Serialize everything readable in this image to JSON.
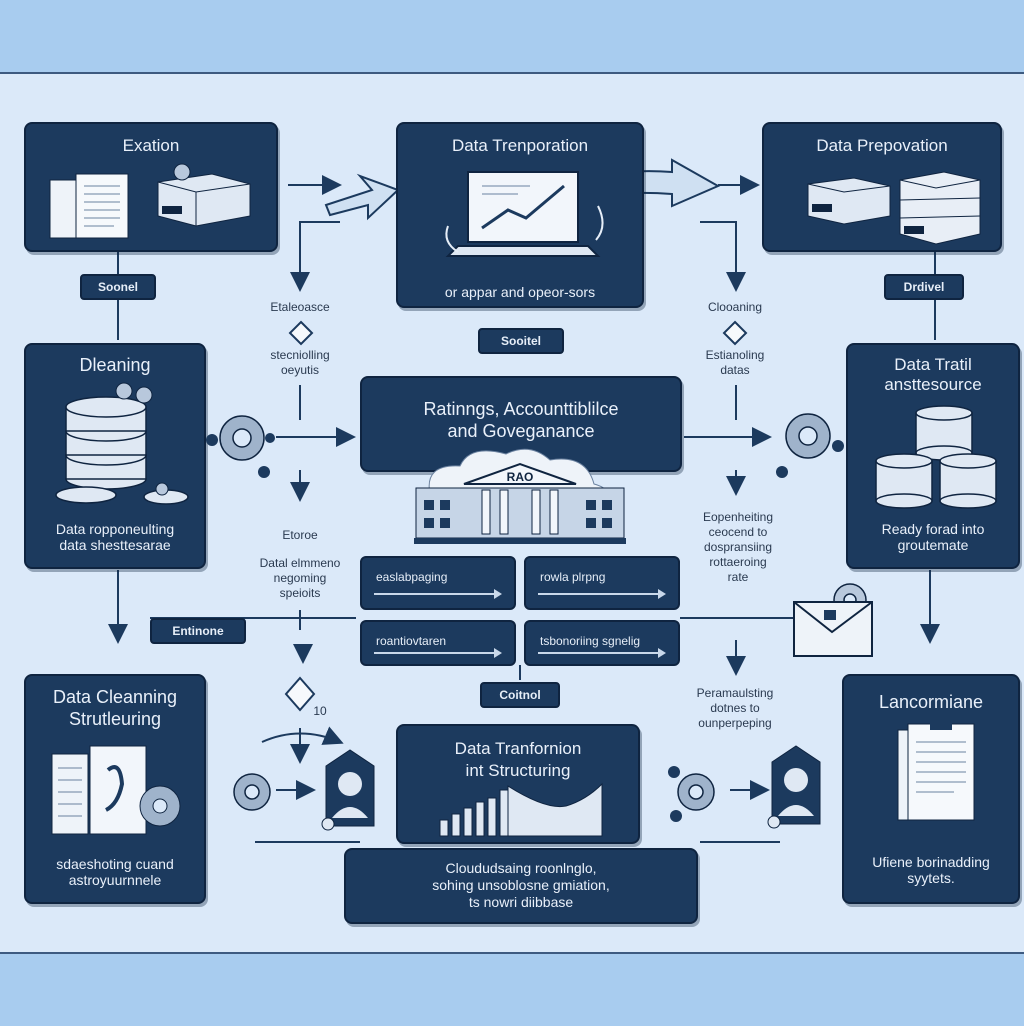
{
  "colors": {
    "box": "#1c3a5e",
    "border": "#0f2440",
    "canvas": "#dbe9f9",
    "band": "#a8ccef",
    "arrow": "#1c3a5e"
  },
  "boxes": {
    "top_left": {
      "title": "Exation"
    },
    "top_center": {
      "title": "Data Trenporation",
      "caption": "or appar and opeor-sors"
    },
    "top_right": {
      "title": "Data Prepovation"
    },
    "mid_left": {
      "title": "Dleaning",
      "caption_line1": "Data ropponeulting",
      "caption_line2": "data shesttesarae"
    },
    "mid_center": {
      "title_line1": "Ratinngs, Accounttiblilce",
      "title_line2": "and Goveganance"
    },
    "mid_right": {
      "title_line1": "Data Tratil",
      "title_line2": "ansttesource",
      "caption_line1": "Ready forad into",
      "caption_line2": "groutemate"
    },
    "bot_left": {
      "title_line1": "Data Cleanning",
      "title_line2": "Strutleuring",
      "caption_line1": "sdaeshoting cuand",
      "caption_line2": "astroyuurnnele"
    },
    "bot_center": {
      "title_line1": "Data Tranfornion",
      "title_line2": "int Structuring"
    },
    "bot_center_wide": {
      "line1": "Cloududsaing roonlnglo,",
      "line2": "sohing unsoblosne gmiation,",
      "line3": "ts nowri diibbase"
    },
    "bot_right": {
      "title": "Lancormiane",
      "caption_line1": "Ufiene borinadding",
      "caption_line2": "syytets."
    }
  },
  "tags": {
    "left_upper": "Soonel",
    "center_upper": "Sooitel",
    "right_upper": "Drdivel",
    "left_lower": "Entinone",
    "center_lower": "Coitnol"
  },
  "bank_label": "RAO",
  "pills": [
    "easlabpaging",
    "rowla plrpng",
    "roantiovtaren",
    "tsbonoriing sgnelig"
  ],
  "notes": {
    "upper_left_a": "Etaleoasce",
    "upper_left_b_1": "stecniolling",
    "upper_left_b_2": "oeyutis",
    "upper_right_a": "Clooaning",
    "upper_right_b_1": "Estianoling",
    "upper_right_b_2": "datas",
    "lower_left_a": "Etoroe",
    "lower_left_b_1": "Datal elmmeno",
    "lower_left_b_2": "negoming",
    "lower_left_b_3": "speioits",
    "lower_right_a_1": "Eopenheiting",
    "lower_right_a_2": "ceocend to",
    "lower_right_a_3": "dospransiing",
    "lower_right_a_4": "rottaeroing",
    "lower_right_a_5": "rate",
    "bottom_right_1": "Peramaulsting",
    "bottom_right_2": "dotnes to",
    "bottom_right_3": "ounperpeping",
    "diamond_label": "10"
  },
  "icon_names": [
    "document-icon",
    "server-icon",
    "laptop-chart-icon",
    "database-icon",
    "gear-icon",
    "coins-icon",
    "bank-icon",
    "cloud-icon",
    "envelope-icon",
    "user-badge-icon",
    "bar-chart-icon",
    "report-icon",
    "diamond-icon"
  ]
}
